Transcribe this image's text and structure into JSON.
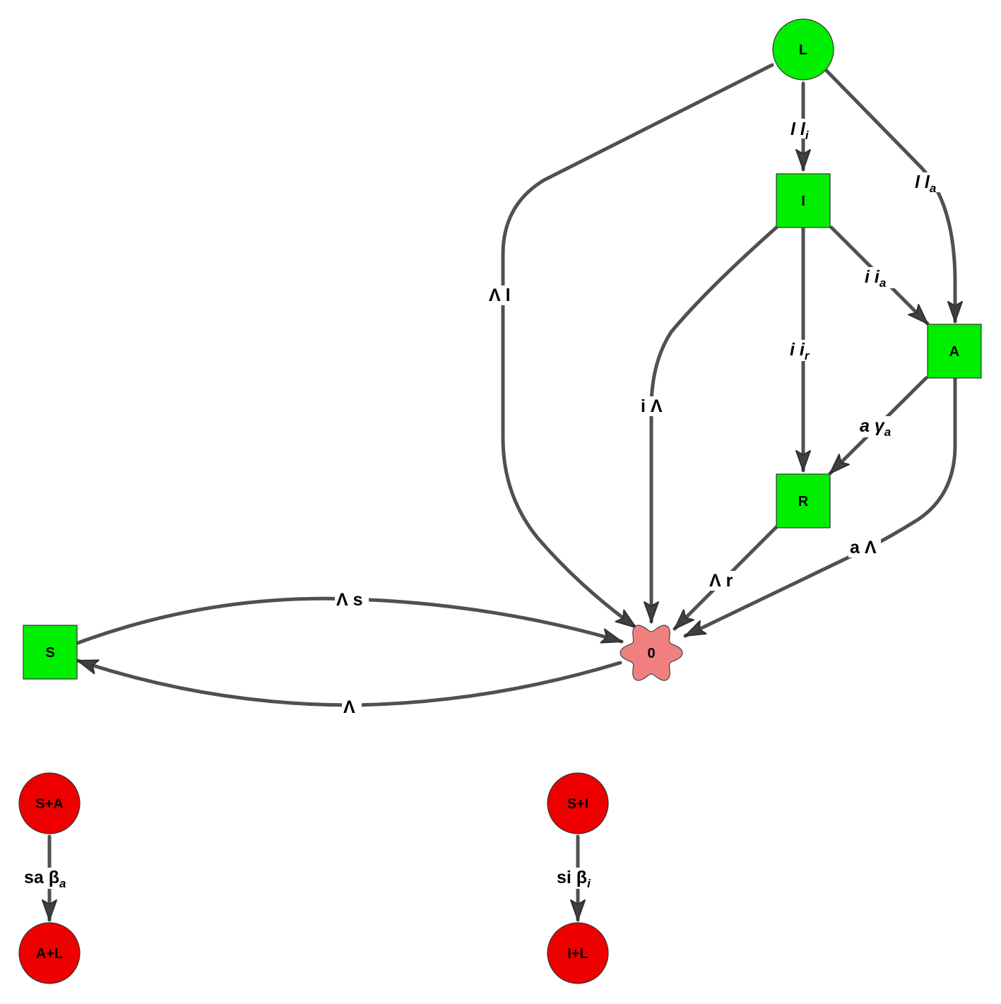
{
  "nodes": {
    "L": {
      "label": "L",
      "shape": "circle",
      "color": "#00ee00"
    },
    "I": {
      "label": "I",
      "shape": "square",
      "color": "#00ee00"
    },
    "A": {
      "label": "A",
      "shape": "square",
      "color": "#00ee00"
    },
    "R": {
      "label": "R",
      "shape": "square",
      "color": "#00ee00"
    },
    "S": {
      "label": "S",
      "shape": "square",
      "color": "#00ee00"
    },
    "zero": {
      "label": "0",
      "shape": "star",
      "color": "#f08080"
    },
    "SA": {
      "label": "S+A",
      "shape": "circle",
      "color": "#ee0000"
    },
    "AL": {
      "label": "A+L",
      "shape": "circle",
      "color": "#ee0000"
    },
    "SI": {
      "label": "S+I",
      "shape": "circle",
      "color": "#ee0000"
    },
    "IL": {
      "label": "I+L",
      "shape": "circle",
      "color": "#ee0000"
    }
  },
  "edges": {
    "L_I": {
      "a": "l l",
      "sub": "i"
    },
    "L_A": {
      "a": "l l",
      "sub": "a"
    },
    "L_0": {
      "a": "Λ l",
      "sub": ""
    },
    "I_A": {
      "a": "i i",
      "sub": "a"
    },
    "I_R": {
      "a": "i i",
      "sub": "r"
    },
    "I_0": {
      "a": "i Λ",
      "sub": ""
    },
    "A_R": {
      "a": "a γ",
      "sub": "a"
    },
    "A_0": {
      "a": "a Λ",
      "sub": ""
    },
    "R_0": {
      "a": "Λ r",
      "sub": ""
    },
    "S_0": {
      "a": "Λ s",
      "sub": ""
    },
    "zero_S": {
      "a": "Λ",
      "sub": ""
    },
    "SA_AL": {
      "a": "sa β",
      "sub": "a"
    },
    "SI_IL": {
      "a": "si β",
      "sub": "i"
    }
  },
  "edge_color": "#505050"
}
